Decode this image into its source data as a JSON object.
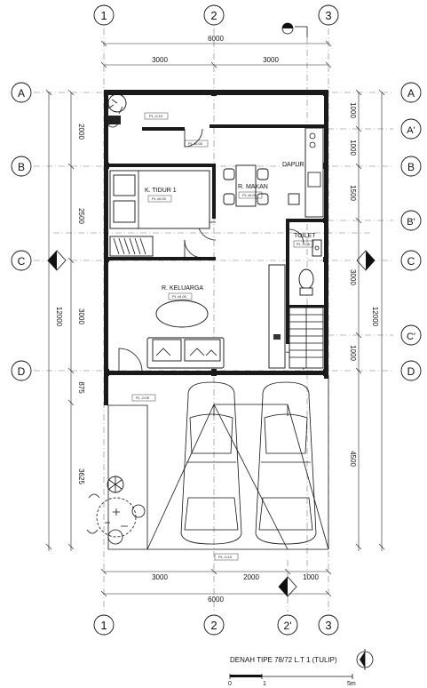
{
  "grid": {
    "columns": [
      "1",
      "2",
      "3"
    ],
    "column_bottom_extra": "2'",
    "rows_left": [
      "A",
      "B",
      "C",
      "D"
    ],
    "rows_right": [
      "A",
      "A'",
      "B",
      "B'",
      "C",
      "C'",
      "D"
    ]
  },
  "dimensions": {
    "top_total": "6000",
    "top_left": "3000",
    "top_right": "3000",
    "left_1": "2000",
    "left_2": "2500",
    "left_total": "12000",
    "left_3": "3000",
    "left_4": "875",
    "left_5": "3625",
    "right_1": "1000",
    "right_2": "1000",
    "right_3": "1500",
    "right_4": "3000",
    "right_total": "12000",
    "right_5": "1000",
    "right_6": "4500",
    "bottom_1": "3000",
    "bottom_2": "2000",
    "bottom_3": "1000",
    "bottom_total": "6000"
  },
  "rooms": {
    "bedroom": "K. TIDUR 1",
    "dining": "R. MAKAN",
    "kitchen": "DAPUR",
    "toilet": "TOILET",
    "living": "R. KELUARGA"
  },
  "levels": {
    "garden_top": "PL -0.10",
    "kitchen": "PL ±0.00",
    "bedroom": "PL ±0.00",
    "dining": "PL ±0.00",
    "toilet": "PL -0.05",
    "living": "PL ±0.00",
    "porch": "PL -0.05",
    "garage": "PL -0.10",
    "bottom": "PL -0.10"
  },
  "caption": {
    "title": "DENAH TIPE 78/72 L.T 1 (TULIP)",
    "scale_0": "0",
    "scale_1": "1",
    "scale_5": "5m"
  }
}
